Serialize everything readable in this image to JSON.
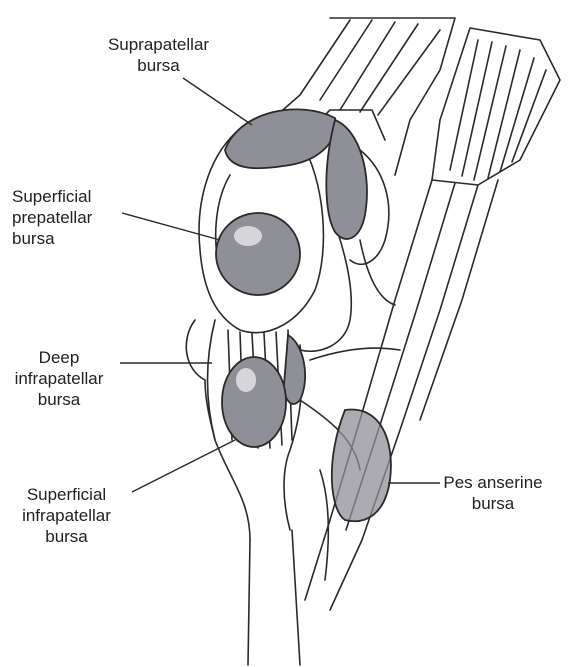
{
  "labels": {
    "suprapatellar": [
      "Suprapatellar",
      "bursa"
    ],
    "superficial_prepatellar": [
      "Superficial",
      "prepatellar",
      "bursa"
    ],
    "deep_infrapatellar": [
      "Deep",
      "infrapatellar",
      "bursa"
    ],
    "superficial_infrapatellar": [
      "Superficial",
      "infrapatellar",
      "bursa"
    ],
    "pes_anserine": [
      "Pes anserine",
      "bursa"
    ]
  },
  "colors": {
    "ink": "#2a2a2a",
    "bursa_fill": "#8f8f97",
    "bursa_highlight": "#d6d6da",
    "paper": "#ffffff"
  }
}
